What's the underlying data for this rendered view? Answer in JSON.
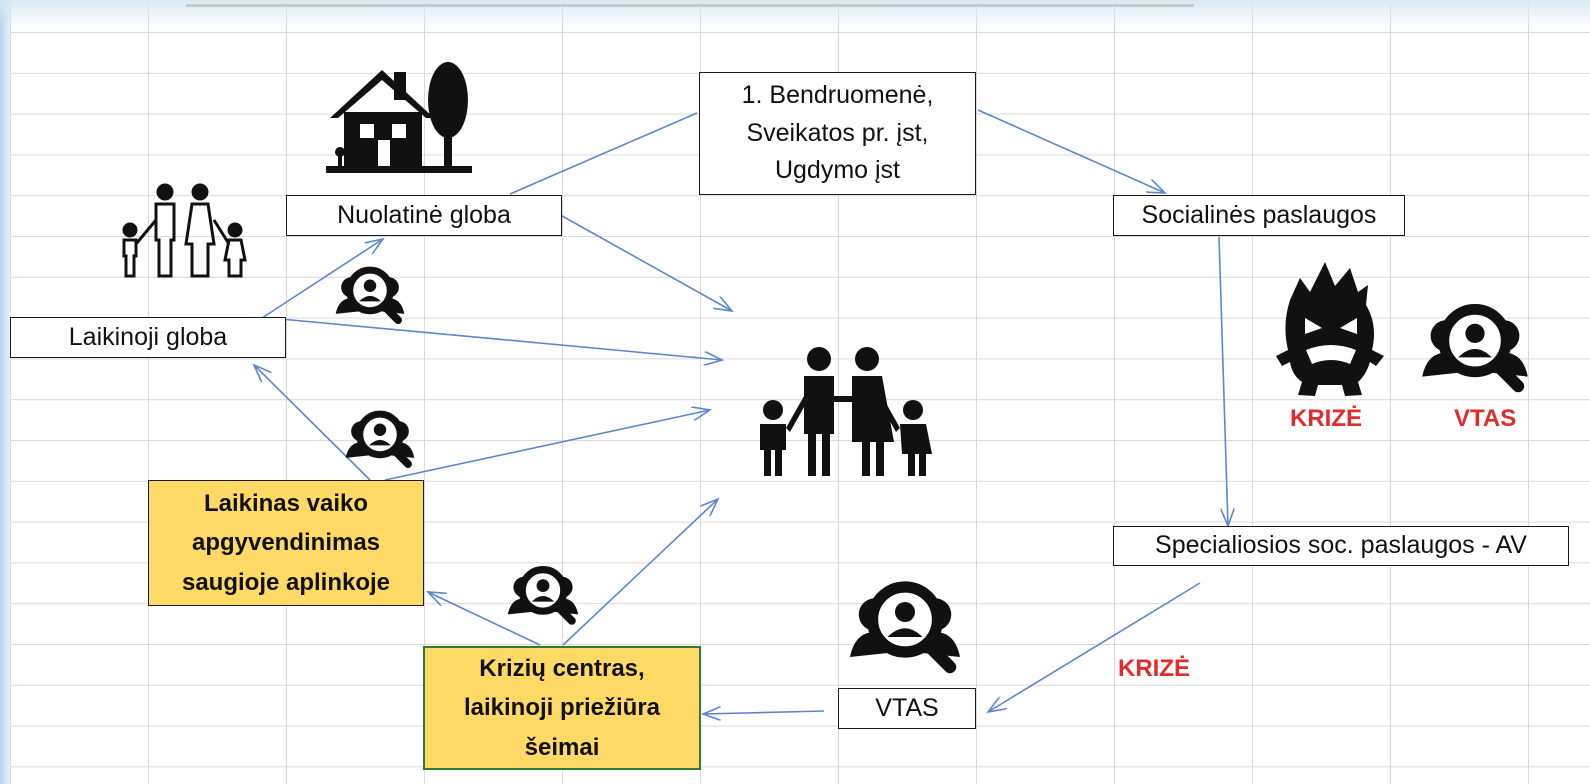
{
  "boxes": {
    "community": "1. Bendruomenė,\nSveikatos pr. įst,\nUgdymo įst",
    "permanent_care": "Nuolatinė globa",
    "social_services": "Socialinės paslaugos",
    "temporary_care": "Laikinoji globa",
    "temporary_placement": "Laikinas vaiko\napgyvendinimas\nsaugioje aplinkoje",
    "special_services": "Specialiosios soc. paslaugos - AV",
    "vtas_box": "VTAS",
    "crisis_center": "Krizių centras,\nlaikinoji priežiūra\nšeimai"
  },
  "labels": {
    "crisis_top": "KRIZĖ",
    "vtas_top": "VTAS",
    "crisis_bottom": "KRIZĖ"
  },
  "colors": {
    "arrow": "#5b87cf",
    "highlight": "#ffd966",
    "alert_red": "#e32b2b",
    "selected_cell_border": "#2e7d32"
  },
  "icons": [
    "family-icon",
    "house-tree-icon",
    "small-family-icon",
    "investigation-icon",
    "monster-icon"
  ]
}
